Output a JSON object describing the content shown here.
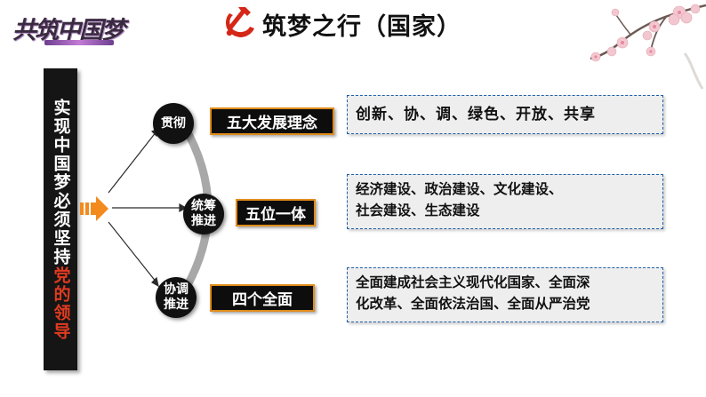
{
  "logo": {
    "text": "共筑中国梦"
  },
  "header": {
    "title": "筑梦之行（国家）"
  },
  "left_bar": {
    "prefix": "实现中国梦必须坚持",
    "highlight": "党的领导"
  },
  "branches": [
    {
      "circle": [
        "贯彻"
      ],
      "label": "五大发展理念",
      "desc": [
        "创新、协、调、绿色、开放、共享"
      ]
    },
    {
      "circle": [
        "统筹",
        "推进"
      ],
      "label": "五位一体",
      "desc": [
        "经济建设、政治建设、文化建设、",
        "社会建设、生态建设"
      ]
    },
    {
      "circle": [
        "协调",
        "推进"
      ],
      "label": "四个全面",
      "desc": [
        "全面建成社会主义现代化国家、全面深",
        "化改革、全面依法治国、全面从严治党"
      ]
    }
  ],
  "icons": {
    "emblem": "party-emblem-icon",
    "arrow": "orange-arrow-icon",
    "decor": "plum-blossom-icon"
  },
  "colors": {
    "emblem_red": "#d42718",
    "arrow_orange": "#f28a1e",
    "highlight_red": "#e23b20",
    "label_border": "#e08c1a",
    "dashed_border": "#1e5fa8"
  }
}
